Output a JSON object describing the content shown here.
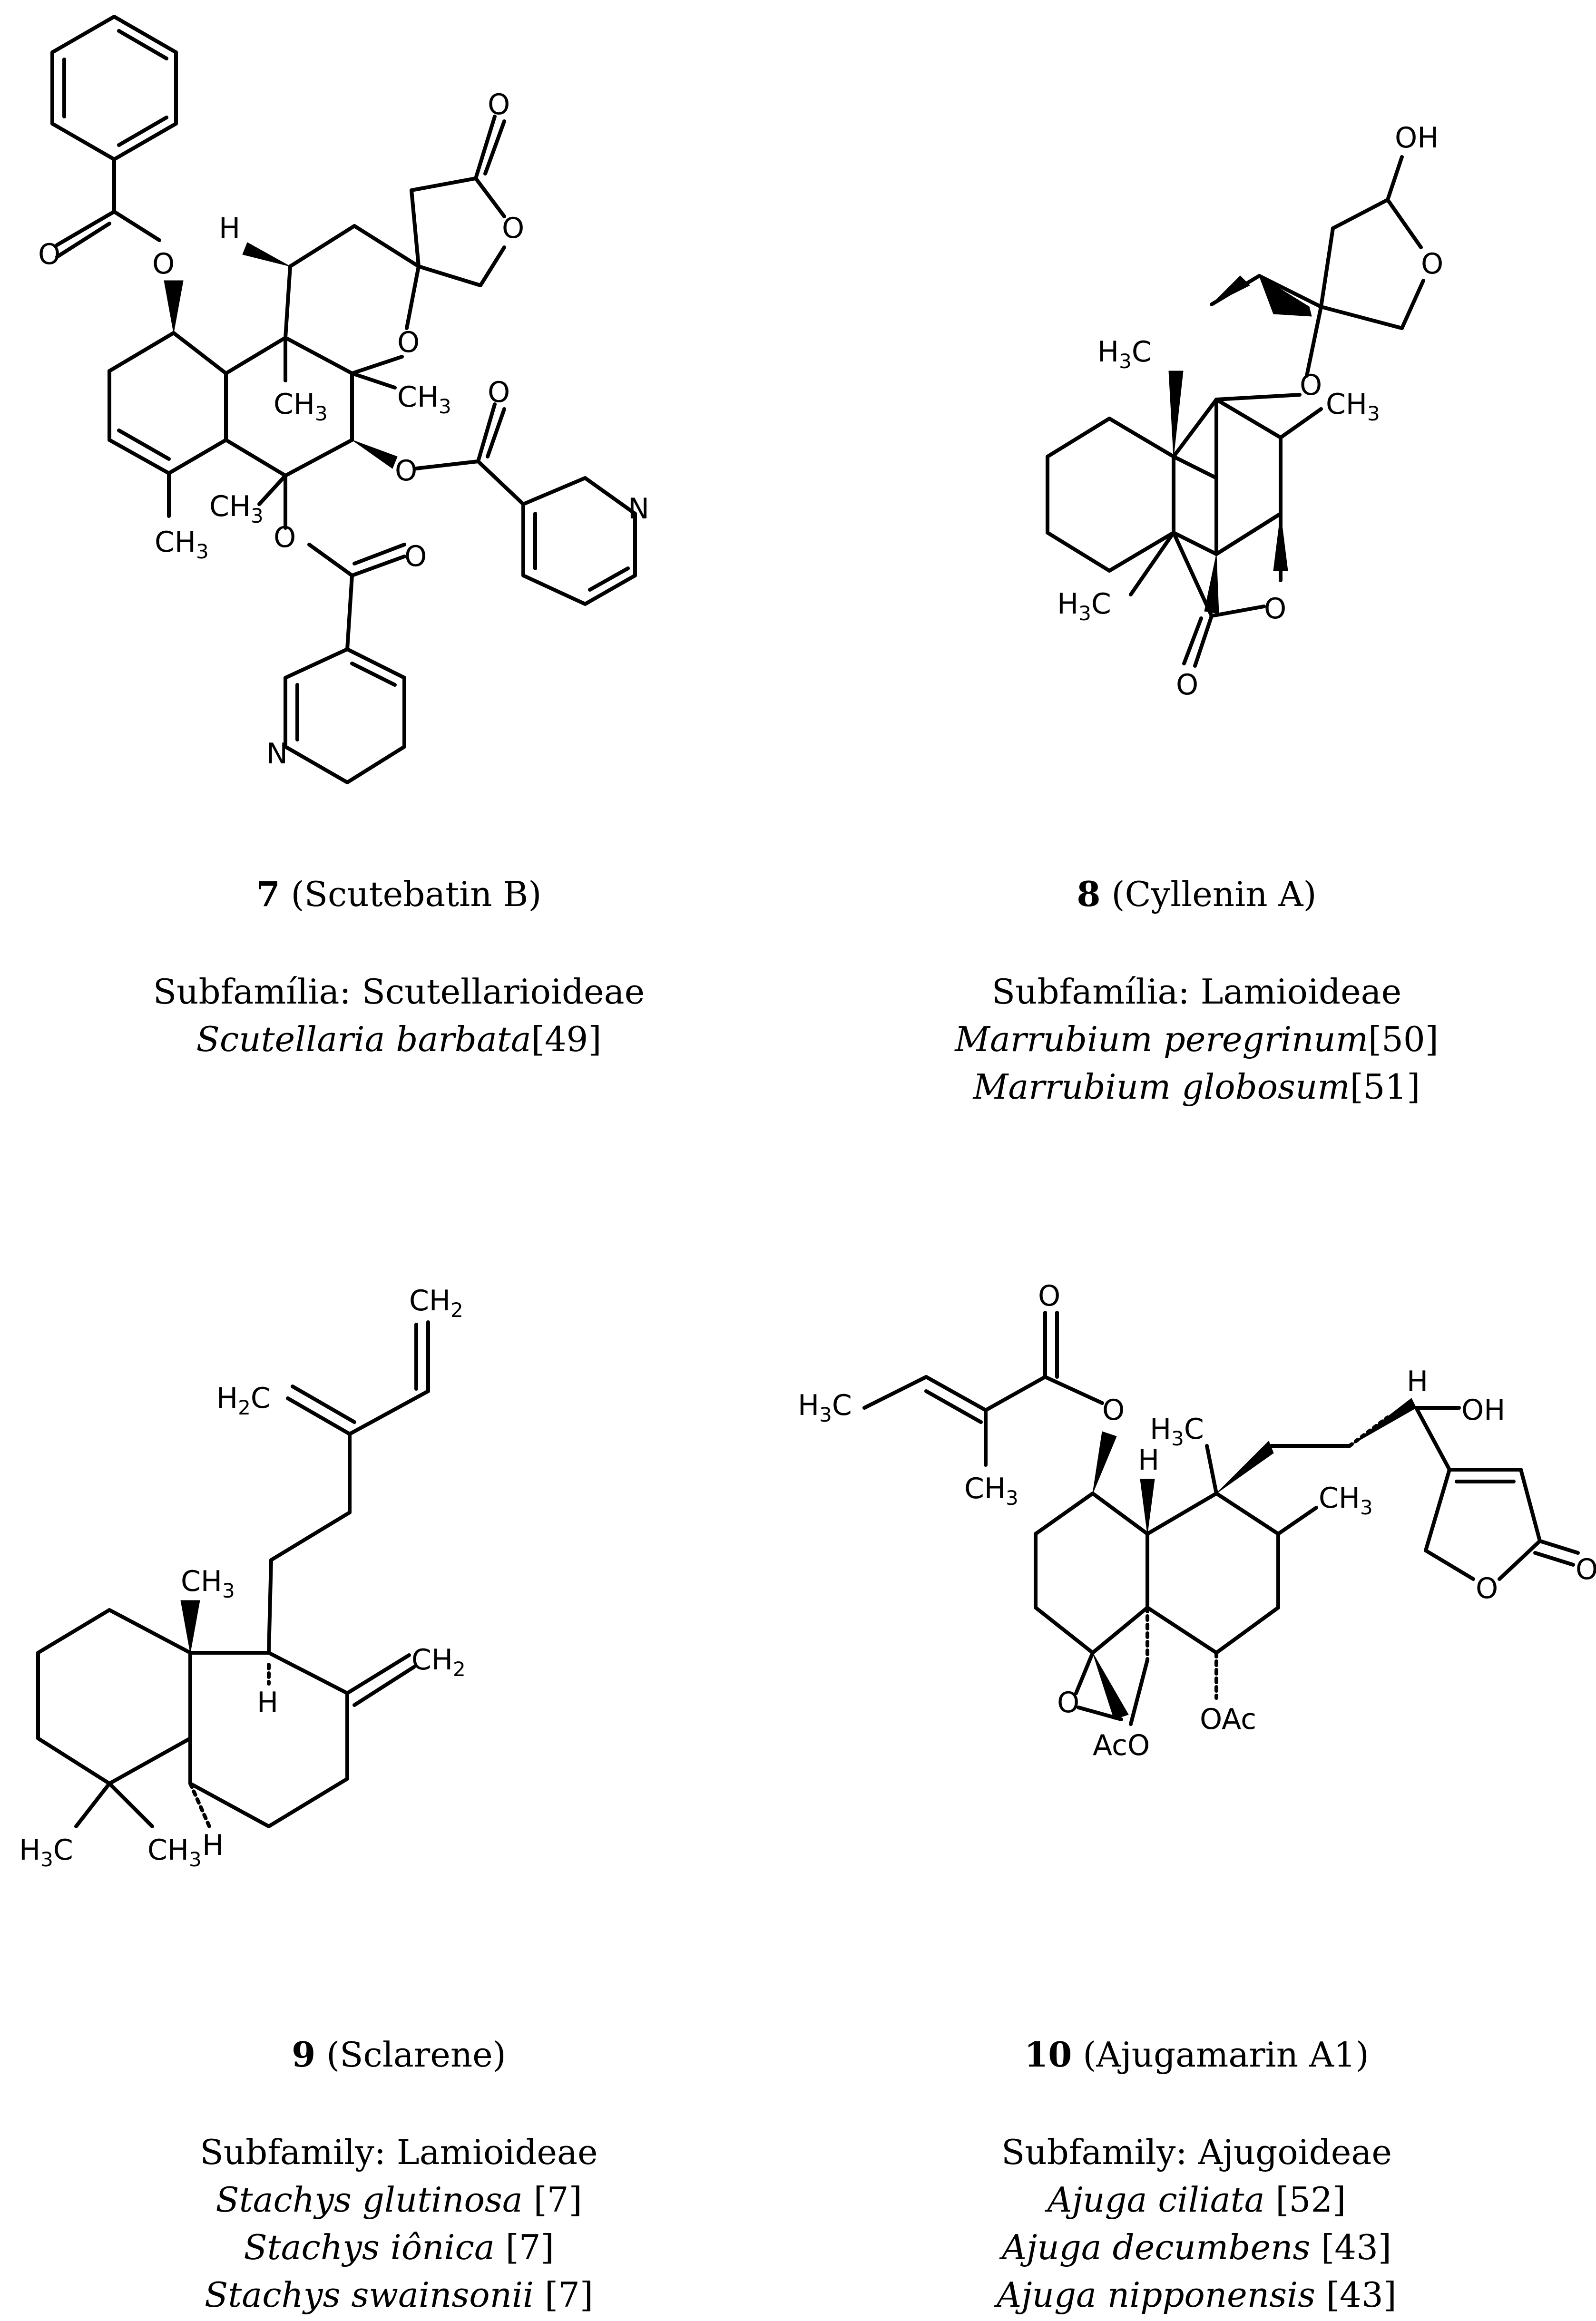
{
  "compounds": [
    {
      "number": "7",
      "name": "(Scutebatin B)",
      "subfamily": "Subfamília: Scutellarioideae",
      "species": [
        {
          "name": "Scutellaria barbata",
          "ref": "[49]"
        }
      ],
      "atom_labels": {
        "o1": "O",
        "o2": "O",
        "o3": "O",
        "o4": "O",
        "o5": "O",
        "o6": "O",
        "o7": "O",
        "o8": "O",
        "h": "H",
        "ch3_a": "CH",
        "ch3_b": "CH",
        "ch3_c": "CH",
        "ch3_d": "CH",
        "sub3": "3",
        "n1": "N",
        "n2": "N"
      }
    },
    {
      "number": "8",
      "name": "(Cyllenin A)",
      "subfamily": "Subfamília: Lamioideae",
      "species": [
        {
          "name": "Marrubium peregrinum",
          "ref": "[50]"
        },
        {
          "name": "Marrubium globosum",
          "ref": "[51]"
        }
      ],
      "atom_labels": {
        "oh": "OH",
        "o1": "O",
        "o2": "O",
        "o3": "O",
        "o4": "O",
        "h3c_a": "H",
        "h3c_b": "H",
        "c": "C",
        "ch3": "CH",
        "sub3": "3"
      }
    },
    {
      "number": "9",
      "name": "(Sclarene)",
      "subfamily": "Subfamily: Lamioideae",
      "species": [
        {
          "name": "Stachys glutinosa",
          "ref": " [7]"
        },
        {
          "name": "Stachys iônica",
          "ref": " [7]"
        },
        {
          "name": "Stachys swainsonii",
          "ref": " [7]"
        }
      ],
      "atom_labels": {
        "ch2_a": "CH",
        "h2c": "H",
        "c": "C",
        "sub2": "2",
        "ch3": "CH",
        "sub3": "3",
        "ch2_b": "CH",
        "h1": "H",
        "h2": "H",
        "h3c": "H"
      }
    },
    {
      "number": "10",
      "name": "(Ajugamarin A1)",
      "subfamily": "Subfamily: Ajugoideae",
      "species": [
        {
          "name": "Ajuga ciliata",
          "ref": " [52]"
        },
        {
          "name": "Ajuga decumbens",
          "ref": " [43]"
        },
        {
          "name": "Ajuga nipponensis",
          "ref": " [43]"
        }
      ],
      "atom_labels": {
        "o1": "O",
        "o2": "O",
        "o3": "O",
        "o4": "O",
        "o5": "O",
        "oh": "OH",
        "h_a": "H",
        "h_b": "H",
        "h3c_a": "H",
        "h3c_b": "H",
        "c": "C",
        "sub3": "3",
        "ch3_a": "CH",
        "ch3_b": "CH",
        "aco": "AcO",
        "oac": "OAc"
      }
    }
  ]
}
